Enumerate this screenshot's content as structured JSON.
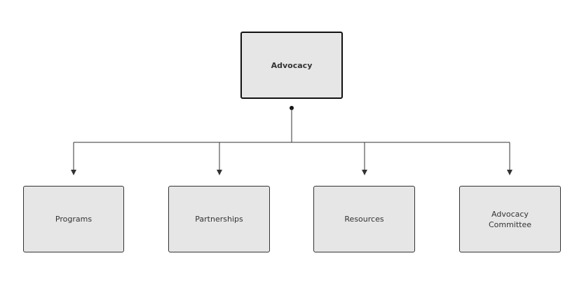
{
  "diagram": {
    "root": {
      "label": "Advocacy"
    },
    "children": [
      {
        "label": "Programs"
      },
      {
        "label": "Partnerships"
      },
      {
        "label": "Resources"
      },
      {
        "label": "Advocacy\nCommittee"
      }
    ]
  },
  "colors": {
    "node_fill": "#e6e6e6",
    "node_border": "#333333",
    "connector": "#333333"
  }
}
